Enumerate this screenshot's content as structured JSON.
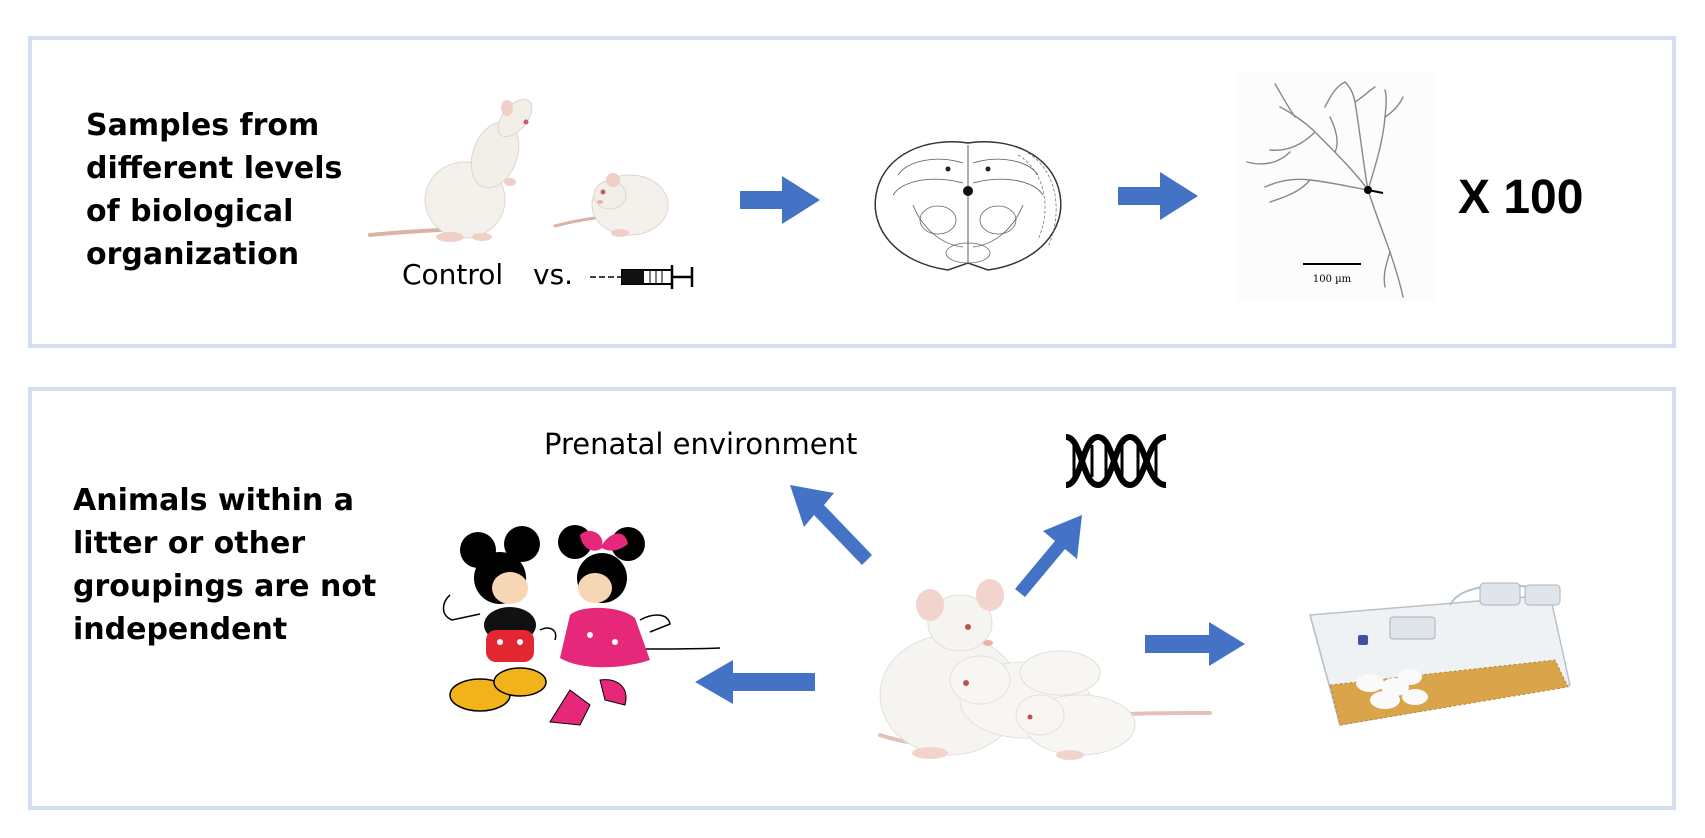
{
  "top_panel": {
    "heading": "Samples from different levels of biological organization",
    "control_label": "Control",
    "vs_label": "vs.",
    "scale_bar_label": "100 µm",
    "multiplier": "X 100"
  },
  "bottom_panel": {
    "heading": "Animals within a litter or other groupings are not independent",
    "prenatal_label": "Prenatal environment"
  },
  "colors": {
    "arrow": "#4472c4",
    "panel_border": "#d5deef"
  },
  "icons": [
    "rat-standing-image",
    "rat-sitting-image",
    "syringe-icon",
    "brain-section-image",
    "neuron-tracing-image",
    "dna-icon",
    "cartoon-mice-image",
    "mouse-litter-image",
    "mouse-cage-image"
  ]
}
